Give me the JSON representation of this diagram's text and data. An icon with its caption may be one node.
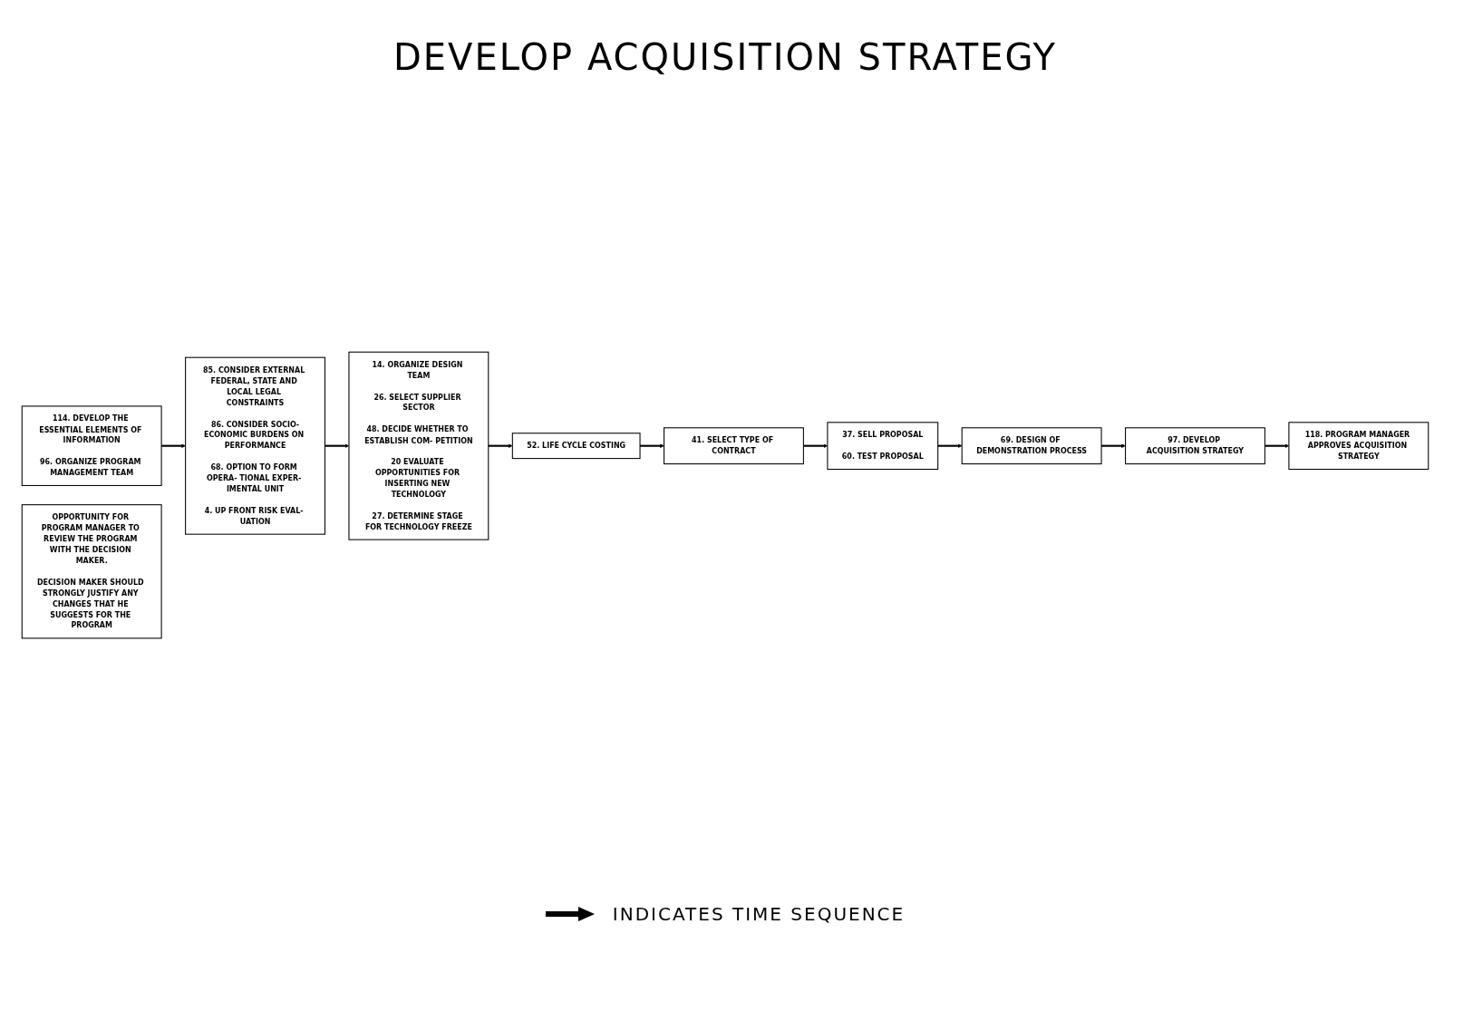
{
  "diagram": {
    "title": "DEVELOP ACQUISITION STRATEGY",
    "nodes": [
      {
        "text": [
          "114. DEVELOP THE ESSENTIAL ELEMENTS OF INFORMATION",
          "96. ORGANIZE PROGRAM MANAGEMENT TEAM"
        ]
      },
      {
        "text": [
          "85. CONSIDER EXTERNAL FEDERAL, STATE AND LOCAL LEGAL CONSTRAINTS",
          "86. CONSIDER SOCIO-ECONOMIC BURDENS ON PERFORMANCE",
          "68. OPTION TO FORM OPERA- TIONAL EXPER- IMENTAL UNIT",
          "4. UP FRONT RISK EVAL- UATION"
        ]
      },
      {
        "text": [
          "14. ORGANIZE DESIGN TEAM",
          "26. SELECT SUPPLIER SECTOR",
          "48. DECIDE WHETHER TO ESTABLISH COM- PETITION",
          "20 EVALUATE OPPORTUNITIES FOR INSERTING NEW TECHNOLOGY",
          "27. DETERMINE STAGE FOR TECHNOLOGY FREEZE"
        ]
      },
      {
        "text": [
          "52. LIFE CYCLE COSTING"
        ]
      },
      {
        "text": [
          "41. SELECT TYPE OF CONTRACT"
        ]
      },
      {
        "text": [
          "37. SELL PROPOSAL",
          "60. TEST PROPOSAL"
        ]
      },
      {
        "text": [
          "69. DESIGN OF DEMONSTRATION PROCESS"
        ]
      },
      {
        "text": [
          "97. DEVELOP ACQUISITION STRATEGY"
        ]
      },
      {
        "text": [
          "118. PROGRAM MANAGER APPROVES ACQUISITION STRATEGY"
        ]
      },
      {
        "text": [
          "OPPORTUNITY FOR PROGRAM MANAGER TO REVIEW THE PROGRAM WITH THE DECISION MAKER.",
          "DECISION MAKER SHOULD STRONGLY JUSTIFY ANY CHANGES THAT HE SUGGESTS FOR THE PROGRAM"
        ]
      }
    ],
    "edges": [
      {
        "from": 0,
        "to": 1,
        "arrow": "to"
      },
      {
        "from": 1,
        "to": 2,
        "arrow": "to"
      },
      {
        "from": 2,
        "to": 3,
        "arrow": "to"
      },
      {
        "from": 3,
        "to": 4,
        "arrow": "to"
      },
      {
        "from": 4,
        "to": 5,
        "arrow": "to"
      },
      {
        "from": 5,
        "to": 6,
        "arrow": "to"
      },
      {
        "from": 6,
        "to": 7,
        "arrow": "to"
      },
      {
        "from": 7,
        "to": 8,
        "arrow": "to"
      }
    ],
    "legend": [
      {
        "text": "INDICATES TIME SEQUENCE"
      }
    ]
  }
}
